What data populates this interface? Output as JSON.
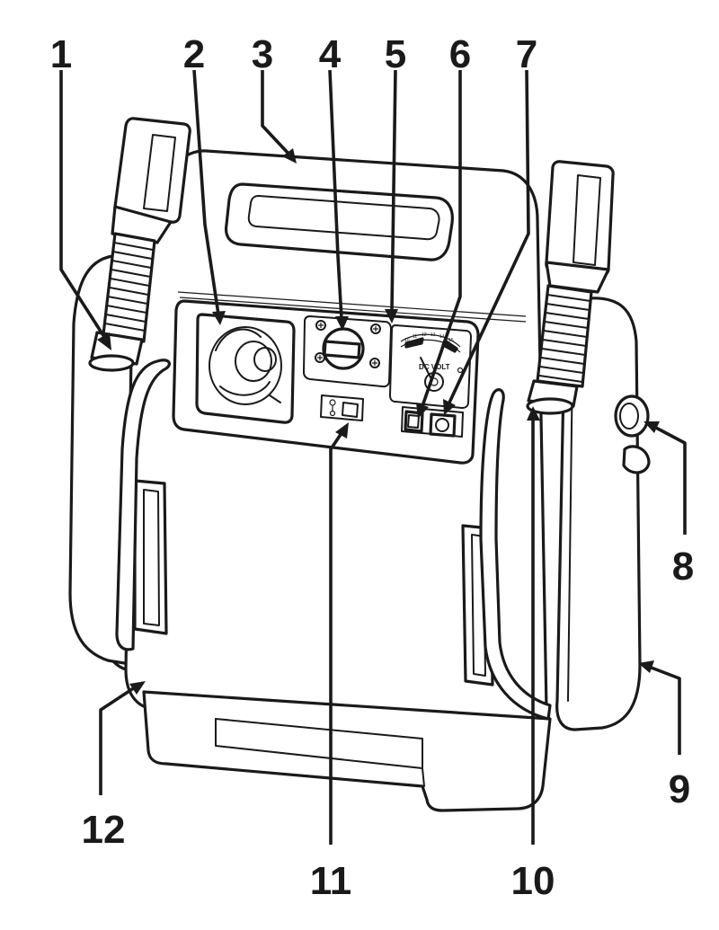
{
  "diagram": {
    "callouts": [
      {
        "number": "1"
      },
      {
        "number": "2"
      },
      {
        "number": "3"
      },
      {
        "number": "4"
      },
      {
        "number": "5"
      },
      {
        "number": "6"
      },
      {
        "number": "7"
      },
      {
        "number": "8"
      },
      {
        "number": "9"
      },
      {
        "number": "10"
      },
      {
        "number": "11"
      },
      {
        "number": "12"
      }
    ],
    "meter": {
      "unit_label": "DC VOLT",
      "scale_ticks": [
        "10",
        "11",
        "12",
        "13",
        "14",
        "15"
      ]
    },
    "colors": {
      "ink": "#1a1a1a",
      "paper": "#ffffff"
    }
  }
}
